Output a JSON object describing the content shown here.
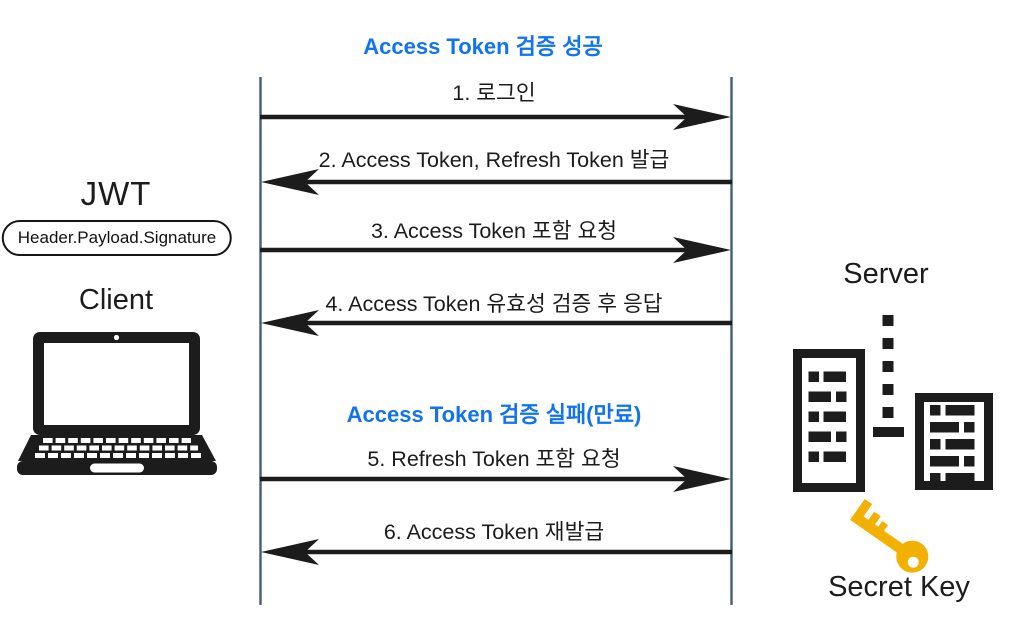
{
  "phases": {
    "success": "Access Token 검증 성공",
    "failure": "Access Token 검증 실패(만료)"
  },
  "messages": [
    {
      "step": 1,
      "label": "1. 로그인",
      "direction": "right"
    },
    {
      "step": 2,
      "label": "2. Access Token, Refresh Token 발급",
      "direction": "left"
    },
    {
      "step": 3,
      "label": "3. Access Token 포함 요청",
      "direction": "right"
    },
    {
      "step": 4,
      "label": "4. Access Token 유효성 검증 후 응답",
      "direction": "left"
    },
    {
      "step": 5,
      "label": "5. Refresh Token 포함 요청",
      "direction": "right"
    },
    {
      "step": 6,
      "label": "6. Access Token 재발급",
      "direction": "left"
    }
  ],
  "client": {
    "jwt_label": "JWT",
    "jwt_structure": "Header.Payload.Signature",
    "name": "Client"
  },
  "server": {
    "name": "Server",
    "secret_key_label": "Secret Key"
  },
  "colors": {
    "accent_blue": "#1173f0",
    "lifeline": "#4a6477",
    "ink": "#1c1c1c",
    "key_gold": "#f2b100"
  }
}
